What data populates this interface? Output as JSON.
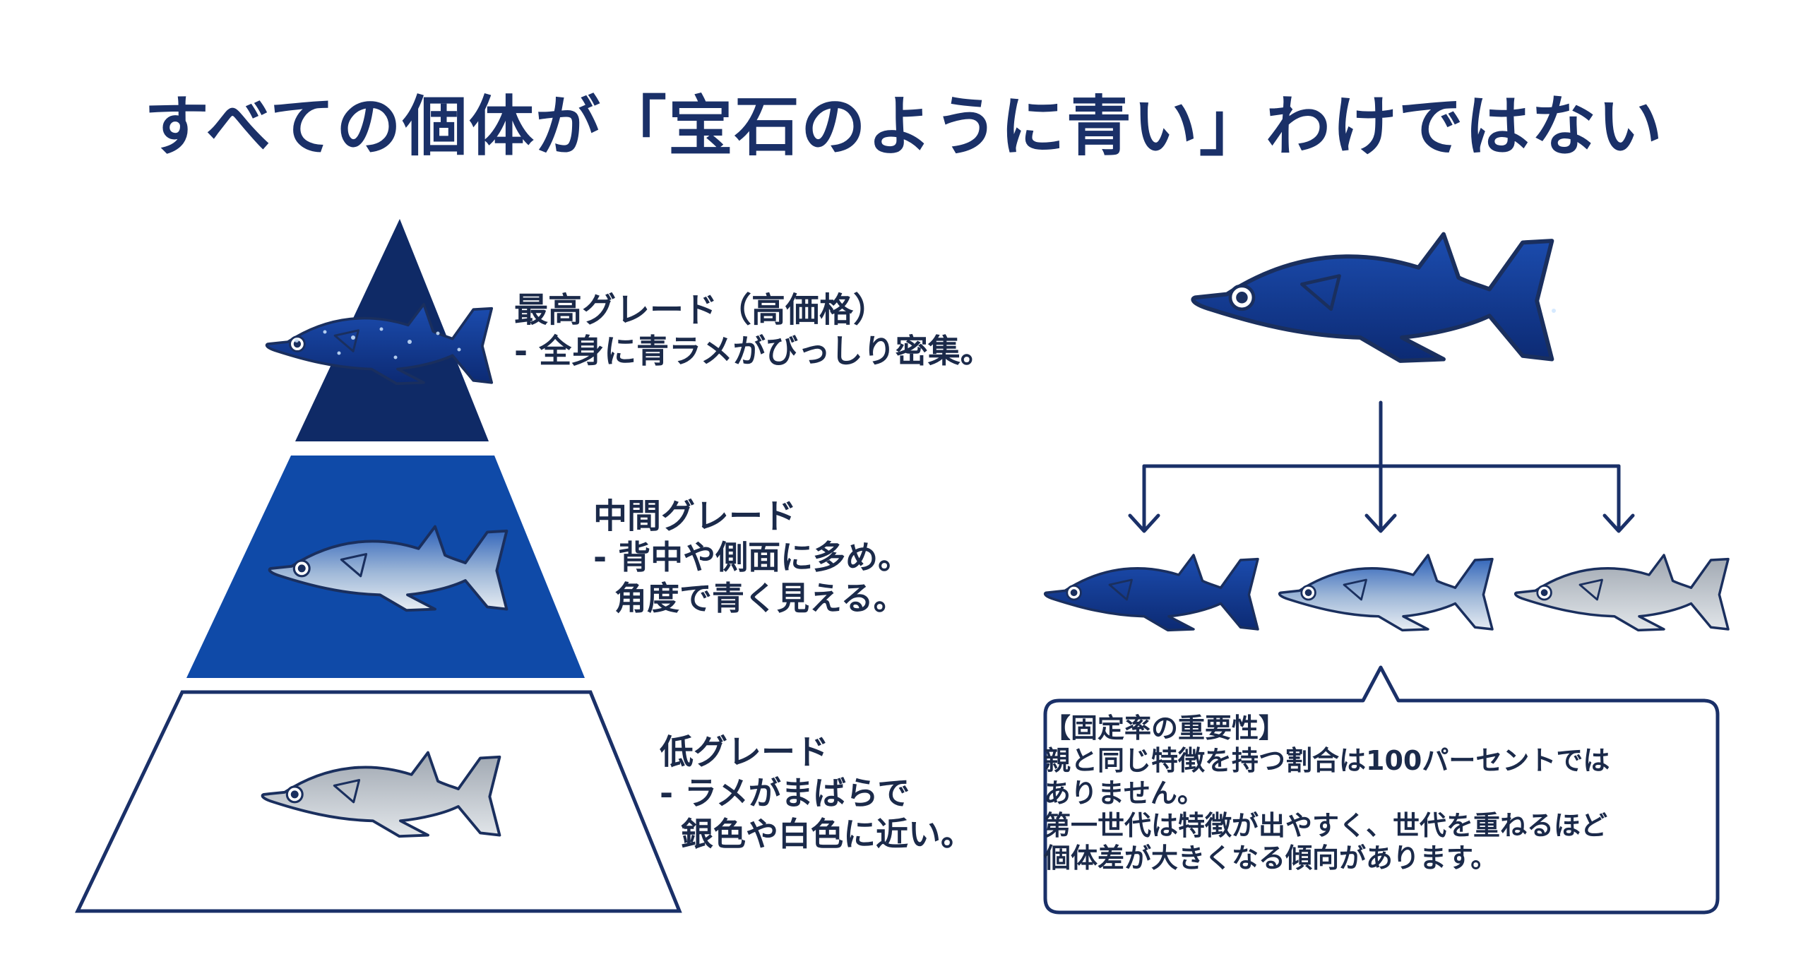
{
  "title": "すべての個体が「宝石のように青い」わけではない",
  "grades": [
    {
      "heading": "最高グレード（高価格）",
      "lines": [
        "- 全身に青ラメがびっしり密集。"
      ]
    },
    {
      "heading": "中間グレード",
      "lines": [
        "- 背中や側面に多め。",
        "角度で青く見える。"
      ]
    },
    {
      "heading": "低グレード",
      "lines": [
        "- ラメがまばらで",
        "銀色や白色に近い。"
      ]
    }
  ],
  "callout": {
    "heading": "【固定率の重要性】",
    "lines": [
      "親と同じ特徴を持つ割合は100パーセントでは",
      "ありません。",
      "第一世代は特徴が出やすく、世代を重ねるほど",
      "個体差が大きくなる傾向があります。"
    ]
  },
  "colors": {
    "title": "#1a3068",
    "tier_top": "#0f2a66",
    "tier_mid": "#0f4aa8",
    "tier_low": "#ffffff",
    "outline": "#1a3068",
    "fish_blue": "#14409a",
    "fish_silver": "#b9c0c8"
  }
}
